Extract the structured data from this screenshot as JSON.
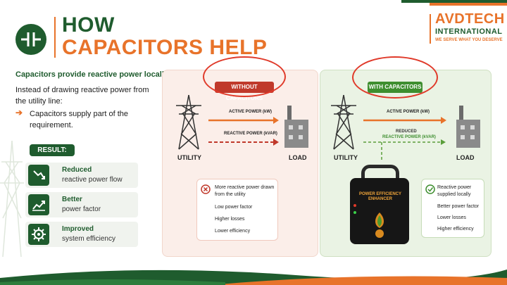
{
  "header": {
    "title_line1": "HOW",
    "title_line2": "CAPACITORS HELP"
  },
  "brand": {
    "name_line1": "AVDTECH",
    "name_line2": "INTERNATIONAL",
    "tagline": "WE SERVE WHAT YOU DESERVE"
  },
  "intro": {
    "headline": "Capacitors provide reactive power locally.",
    "text": "Instead of drawing reactive power from the utility line:",
    "bullet": "Capacitors supply part of the requirement."
  },
  "result": {
    "label": "RESULT:",
    "items": [
      {
        "title": "Reduced",
        "subtitle": "reactive power flow",
        "icon": "trend-down-icon"
      },
      {
        "title": "Better",
        "subtitle": "power factor",
        "icon": "trend-up-icon"
      },
      {
        "title": "Improved",
        "subtitle": "system efficiency",
        "icon": "gear-icon"
      }
    ]
  },
  "without": {
    "tag": "WITHOUT CAPACITORS",
    "active_label": "ACTIVE POWER (kW)",
    "reactive_label": "REACTIVE POWER (kVAR)",
    "utility_label": "UTILITY",
    "load_label": "LOAD",
    "info": [
      "More reactive power drawn from the utility",
      "Low power factor",
      "Higher losses",
      "Lower efficiency"
    ]
  },
  "with": {
    "tag": "WITH CAPACITORS",
    "active_label": "ACTIVE POWER (kW)",
    "reduced_label": "REDUCED",
    "reactive_label": "REACTIVE POWER (kVAR)",
    "utility_label": "UTILITY",
    "load_label": "LOAD",
    "device_label": "POWER EFFICIENCY ENHANCER",
    "info": [
      "Reactive power supplied locally",
      "Better power factor",
      "Lower losses",
      "Higher efficiency"
    ]
  },
  "colors": {
    "brand_green": "#1f5c2e",
    "brand_orange": "#e8732a",
    "alert_red": "#c0392b",
    "ok_green": "#3e8e2f"
  }
}
